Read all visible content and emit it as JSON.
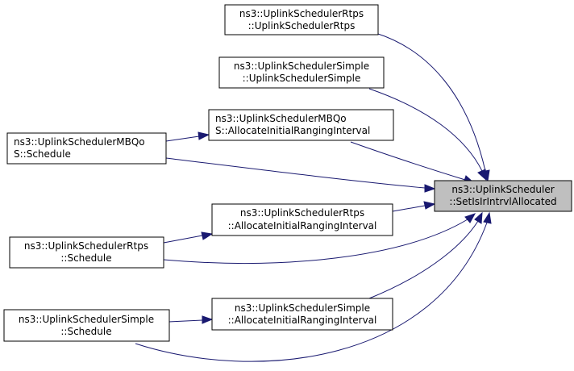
{
  "colors": {
    "edge": "#191970",
    "target_fill": "#bfbfbf",
    "node_fill": "#ffffff",
    "node_stroke": "#000000"
  },
  "nodes": {
    "target": [
      "ns3::UplinkScheduler",
      "::SetIsIrIntrvlAllocated"
    ],
    "rtps_ctor": [
      "ns3::UplinkSchedulerRtps",
      "::UplinkSchedulerRtps"
    ],
    "simple_ctor": [
      "ns3::UplinkSchedulerSimple",
      "::UplinkSchedulerSimple"
    ],
    "mbqos_alloc": [
      "ns3::UplinkSchedulerMBQo",
      "S::AllocateInitialRangingInterval"
    ],
    "mbqos_schedule": [
      "ns3::UplinkSchedulerMBQo",
      "S::Schedule"
    ],
    "rtps_alloc": [
      "ns3::UplinkSchedulerRtps",
      "::AllocateInitialRangingInterval"
    ],
    "rtps_schedule": [
      "ns3::UplinkSchedulerRtps",
      "::Schedule"
    ],
    "simple_alloc": [
      "ns3::UplinkSchedulerSimple",
      "::AllocateInitialRangingInterval"
    ],
    "simple_schedule": [
      "ns3::UplinkSchedulerSimple",
      "::Schedule"
    ]
  }
}
